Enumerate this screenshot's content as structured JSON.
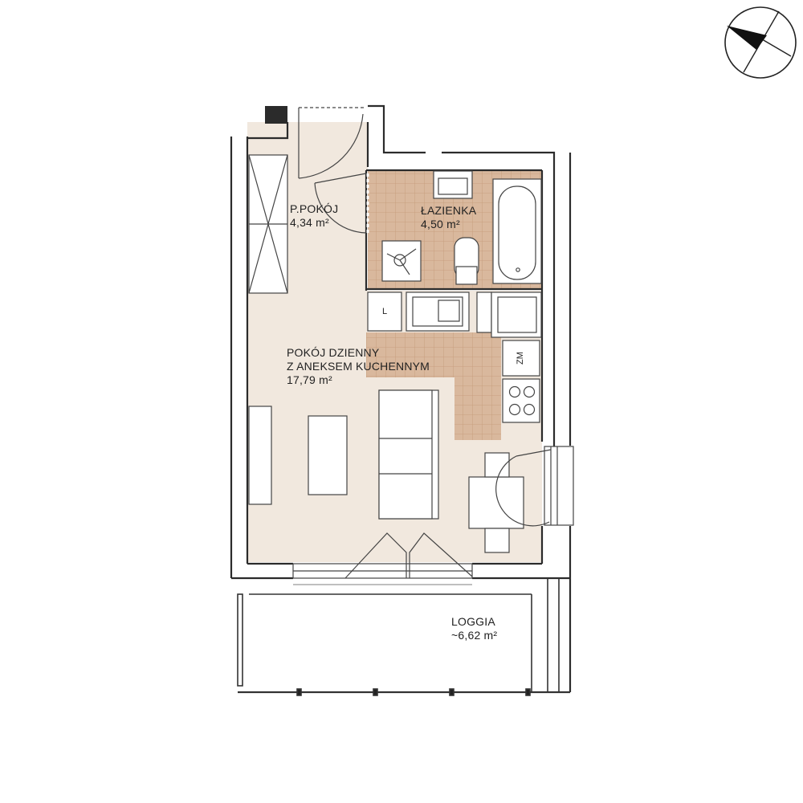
{
  "rooms": {
    "hall": {
      "name": "P.POKÓJ",
      "area": "4,34 m²"
    },
    "bathroom": {
      "name": "ŁAZIENKA",
      "area": "4,50 m²"
    },
    "living": {
      "name_line1": "POKÓJ DZIENNY",
      "name_line2": "Z ANEKSEM KUCHENNYM",
      "area": "17,79 m²"
    },
    "loggia": {
      "name": "LOGGIA",
      "area": "~6,62 m²"
    }
  },
  "fixtures": {
    "fridge_label": "L",
    "washer_label": "ZM"
  },
  "icons": {
    "compass": "compass-icon"
  },
  "colors": {
    "floor_main": "#f1e8de",
    "floor_tile": "#d9b89d",
    "tile_grid": "#c49a78",
    "wall": "#2b2b2b",
    "line": "#3a3a3a"
  }
}
